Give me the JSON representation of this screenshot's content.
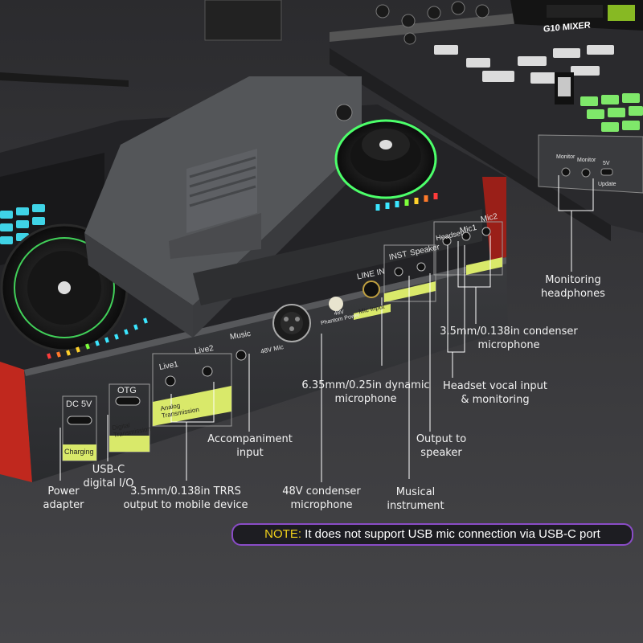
{
  "device": {
    "mixer_title": "G10 MIXER",
    "port_labels": {
      "dc": "DC 5V",
      "charging": "Charging",
      "otg": "OTG",
      "digital": "Digital\nTransmission",
      "live1": "Live1",
      "live2": "Live2",
      "analog": "Analog\nTransmission",
      "music": "Music",
      "mic48": "48V Mic",
      "phantom": "48V\nPhantom Power",
      "line_in": "LINE IN",
      "mic_input": "Mic Input",
      "inst": "INST",
      "speaker": "Speaker",
      "headset": "Headset",
      "mic1": "Mic1",
      "mic2": "Mic2",
      "monitor1": "Monitor",
      "monitor2": "Monitor",
      "update": "Update",
      "sv": "5V"
    }
  },
  "callouts": {
    "monitoring_headphones": "Monitoring\nheadphones",
    "condenser_35": "3.5mm/0.138in condenser\nmicrophone",
    "dynamic_635": "6.35mm/0.25in dynamic\nmicrophone",
    "headset_vocal": "Headset vocal input\n& monitoring",
    "accompaniment": "Accompaniment\ninput",
    "output_speaker": "Output to\nspeaker",
    "usb_c": "USB-C\ndigital I/O",
    "power": "Power\nadapter",
    "trrs": "3.5mm/0.138in TRRS\noutput to mobile device",
    "condenser_48v": "48V condenser\nmicrophone",
    "instrument": "Musical\ninstrument"
  },
  "note": {
    "prefix": "NOTE:",
    "text": " It does not support USB mic connection via USB-C port"
  },
  "colors": {
    "accent_red": "#c0281e",
    "led_green": "#4cff6a",
    "note_border": "#8a4cc7",
    "note_prefix": "#f2d21b"
  }
}
